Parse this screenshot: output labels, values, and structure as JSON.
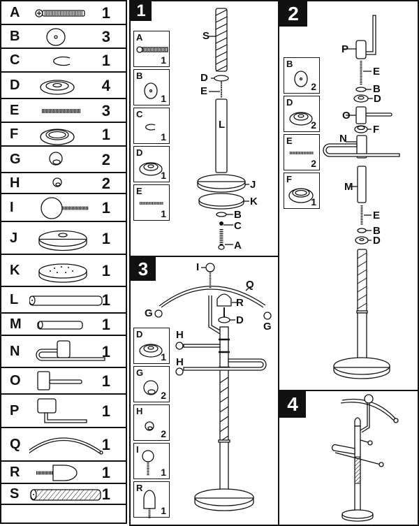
{
  "parts_list": {
    "rows": [
      {
        "letter": "A",
        "qty": "1",
        "icon": "screw-icon"
      },
      {
        "letter": "B",
        "qty": "3",
        "icon": "washer-icon"
      },
      {
        "letter": "C",
        "qty": "1",
        "icon": "split-ring-icon"
      },
      {
        "letter": "D",
        "qty": "4",
        "icon": "grommet-icon"
      },
      {
        "letter": "E",
        "qty": "3",
        "icon": "threaded-rod-icon"
      },
      {
        "letter": "F",
        "qty": "1",
        "icon": "collar-ring-icon"
      },
      {
        "letter": "G",
        "qty": "2",
        "icon": "large-end-cap-icon"
      },
      {
        "letter": "H",
        "qty": "2",
        "icon": "small-end-cap-icon"
      },
      {
        "letter": "I",
        "qty": "1",
        "icon": "ball-finial-icon"
      },
      {
        "letter": "J",
        "qty": "1",
        "icon": "base-plate-icon"
      },
      {
        "letter": "K",
        "qty": "1",
        "icon": "base-pad-icon"
      },
      {
        "letter": "L",
        "qty": "1",
        "icon": "long-tube-icon"
      },
      {
        "letter": "M",
        "qty": "1",
        "icon": "short-tube-icon"
      },
      {
        "letter": "N",
        "qty": "1",
        "icon": "u-bar-hanger-icon"
      },
      {
        "letter": "O",
        "qty": "1",
        "icon": "single-bar-hanger-icon"
      },
      {
        "letter": "P",
        "qty": "1",
        "icon": "l-hook-icon"
      },
      {
        "letter": "Q",
        "qty": "1",
        "icon": "curved-arm-icon"
      },
      {
        "letter": "R",
        "qty": "1",
        "icon": "dome-cap-icon"
      },
      {
        "letter": "S",
        "qty": "1",
        "icon": "striped-tube-icon"
      }
    ]
  },
  "steps": [
    {
      "number": "1",
      "parts": [
        {
          "letter": "A",
          "qty": "1"
        },
        {
          "letter": "B",
          "qty": "1"
        },
        {
          "letter": "C",
          "qty": "1"
        },
        {
          "letter": "D",
          "qty": "1"
        },
        {
          "letter": "E",
          "qty": "1"
        }
      ],
      "callouts": [
        "S",
        "D",
        "E",
        "L",
        "J",
        "K",
        "B",
        "C",
        "A"
      ]
    },
    {
      "number": "2",
      "parts": [
        {
          "letter": "B",
          "qty": "2"
        },
        {
          "letter": "D",
          "qty": "2"
        },
        {
          "letter": "E",
          "qty": "2"
        },
        {
          "letter": "F",
          "qty": "1"
        }
      ],
      "callouts": [
        "P",
        "E",
        "B",
        "D",
        "O",
        "F",
        "N",
        "M",
        "E",
        "B",
        "D"
      ]
    },
    {
      "number": "3",
      "parts": [
        {
          "letter": "D",
          "qty": "1"
        },
        {
          "letter": "G",
          "qty": "2"
        },
        {
          "letter": "H",
          "qty": "2"
        },
        {
          "letter": "I",
          "qty": "1"
        },
        {
          "letter": "R",
          "qty": "1"
        }
      ],
      "callouts": [
        "I",
        "Q",
        "R",
        "G",
        "D",
        "G",
        "H",
        "H"
      ]
    },
    {
      "number": "4",
      "parts": [],
      "callouts": []
    }
  ]
}
